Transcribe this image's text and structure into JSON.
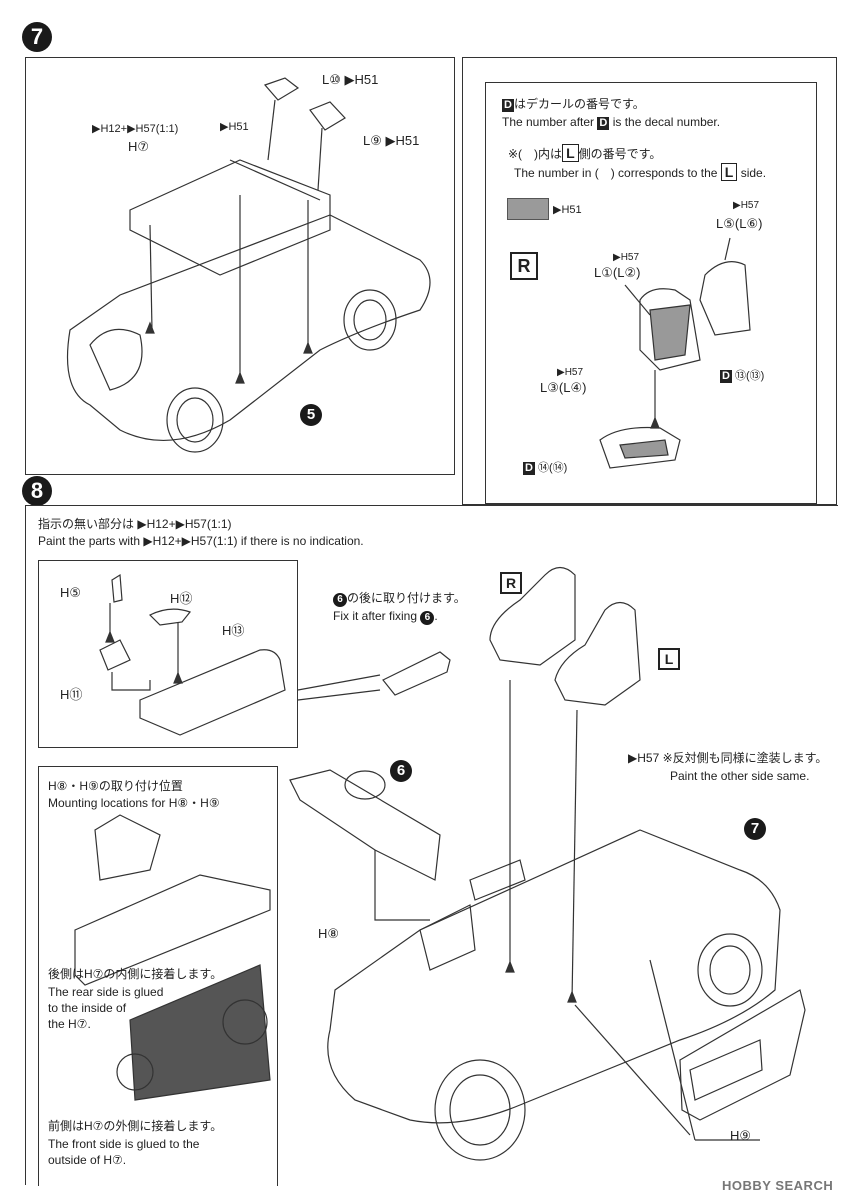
{
  "step7": {
    "number": "7",
    "labels": {
      "l10": "L⑩ ▶H51",
      "l9": "L⑨ ▶H51",
      "paint_mix": "▶H12+▶H57(1:1)",
      "h7": "H⑦",
      "ph51": "▶H51",
      "ref5": "5"
    }
  },
  "seat_note": {
    "line1_jp": "はデカールの番号です。",
    "line1_key": "D",
    "line2_pre": "The number after",
    "line2_key": "D",
    "line2_post": "is the decal number.",
    "line3_jp_pre": "※(　)内は",
    "line3_key": "L",
    "line3_jp_post": "側の番号です。",
    "line4_pre": "The number in (　) corresponds to the",
    "line4_key": "L",
    "line4_post": "side.",
    "swatch_label": "▶H51",
    "r_marker": "R",
    "l5": "▶H57",
    "l5_part": "L⑤(L⑥)",
    "l1_paint": "▶H57",
    "l1_part": "L①(L②)",
    "decal13": "⑬(⑬)",
    "decal13_key": "D",
    "l3_paint": "▶H57",
    "l3_part": "L③(L④)",
    "decal14": "⑭(⑭)",
    "decal14_key": "D"
  },
  "step8": {
    "number": "8",
    "instruction_jp": "指示の無い部分は ▶H12+▶H57(1:1)",
    "instruction_en": "Paint the parts with ▶H12+▶H57(1:1) if there is no indication.",
    "h5": "H⑤",
    "h12": "H⑫",
    "h13": "H⑬",
    "h11": "H⑪",
    "fix_jp": "の後に取り付けます。",
    "fix_en": "Fix it after fixing",
    "fix_ref": "6",
    "r_marker": "R",
    "l_marker": "L",
    "ref6": "6",
    "ref7": "7",
    "other_side_jp": "▶H57 ※反対側も同様に塗装します。",
    "other_side_en": "Paint the other side same.",
    "h8": "H⑧",
    "h9": "H⑨",
    "mount_jp": "H⑧・H⑨の取り付け位置",
    "mount_en": "Mounting locations for H⑧・H⑨",
    "rear_jp": "後側はH⑦の内側に接着します。",
    "rear_en_1": "The rear side is glued",
    "rear_en_2": "to the inside of",
    "rear_en_3": "the H⑦.",
    "front_jp": "前側はH⑦の外側に接着します。",
    "front_en_1": "The front side is glued to the",
    "front_en_2": "outside of H⑦."
  },
  "watermark": "HOBBY SEARCH"
}
